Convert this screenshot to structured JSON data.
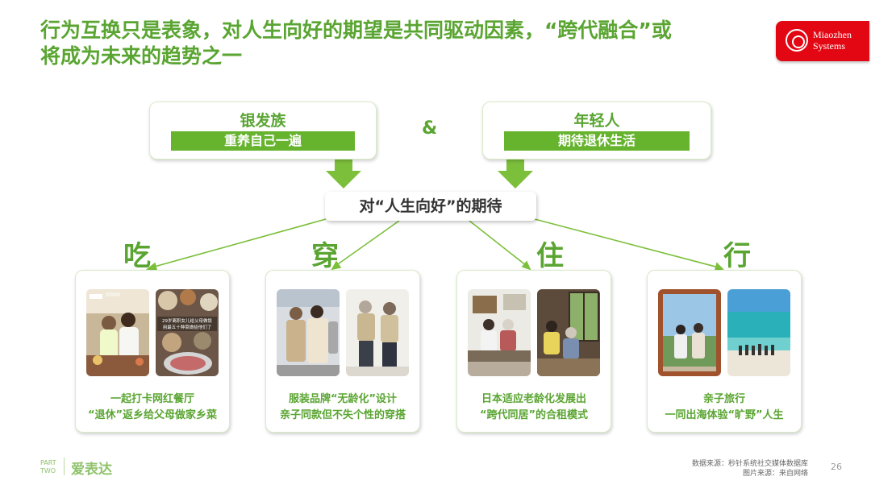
{
  "title": {
    "line1": "行为互换只是表象，对人生向好的期望是共同驱动因素，“跨代融合”或",
    "line2": "将成为未来的趋势之一"
  },
  "logo": {
    "line1": "Miaozhen",
    "line2": "Systems",
    "color": "#e30613"
  },
  "groups": {
    "left": {
      "label": "银发族",
      "sub": "重养自己一遍"
    },
    "right": {
      "label": "年轻人",
      "sub": "期待退休生活"
    },
    "amp": "&"
  },
  "center": "对“人生向好”的期待",
  "categories": [
    {
      "char": "吃",
      "caption": [
        "一起打卡网红餐厅",
        "“退休”返乡给父母做家乡菜"
      ]
    },
    {
      "char": "穿",
      "caption": [
        "服装品牌“无龄化”设计",
        "亲子同款但不失个性的穿搭"
      ]
    },
    {
      "char": "住",
      "caption": [
        "日本适应老龄化发展出",
        "“跨代同居”的合租模式"
      ]
    },
    {
      "char": "行",
      "caption": [
        "亲子旅行",
        "一同出海体验“旷野”人生"
      ]
    }
  ],
  "photo_overlay_text": [
    "29岁离职女儿给父母做饭",
    "用最五十种菜做给他们了"
  ],
  "footer": {
    "part": "PART",
    "part_num": "TWO",
    "section": "爱表达",
    "source1": "数据来源：秒针系统社交媒体数据库",
    "source2": "图片来源：来自网络",
    "page": "26"
  },
  "colors": {
    "accent": "#5aa532",
    "bar": "#66b32e",
    "arrow": "#7cbf3b"
  }
}
